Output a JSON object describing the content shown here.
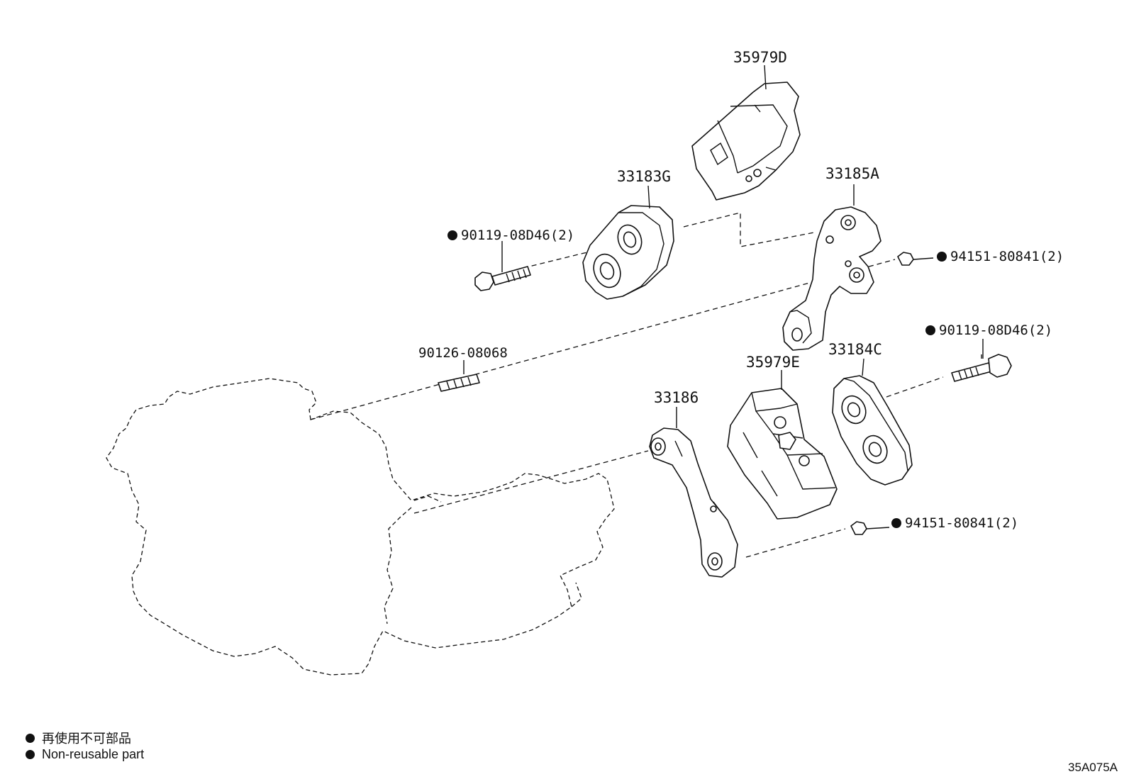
{
  "parts": {
    "p35979d": "35979D",
    "p33183g": "33183G",
    "p33185a": "33185A",
    "p90119_top": "90119-08D46(2)",
    "p94151_top": "94151-80841(2)",
    "p90119_right": "90119-08D46(2)",
    "p90126": "90126-08068",
    "p35979e": "35979E",
    "p33184c": "33184C",
    "p33186": "33186",
    "p94151_bottom": "94151-80841(2)"
  },
  "legend": {
    "jp": "再使用不可部品",
    "en": "Non-reusable part"
  },
  "diagram_code": "35A075A"
}
